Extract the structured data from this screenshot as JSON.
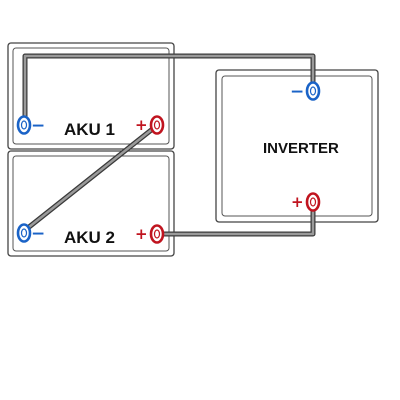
{
  "diagram": {
    "components": {
      "battery_1": {
        "label": "AKU 1"
      },
      "battery_2": {
        "label": "AKU 2"
      },
      "inverter": {
        "label": "INVERTER"
      }
    },
    "terminals": {
      "negative_symbol": "−",
      "positive_symbol": "+"
    },
    "colors": {
      "negative_terminal": "#1a63c7",
      "positive_terminal": "#c0141f",
      "wire": "#8a8a8a",
      "box_border": "#444444"
    }
  }
}
